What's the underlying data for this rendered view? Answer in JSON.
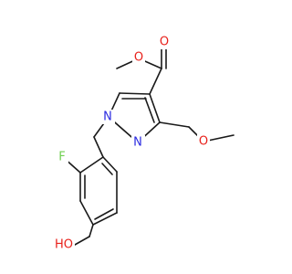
{
  "diagram": {
    "type": "chemical-structure",
    "atoms": [
      {
        "id": "o_methyl_ester",
        "label": "O",
        "color": "#e8201a"
      },
      {
        "id": "o_carbonyl",
        "label": "O",
        "color": "#e8201a"
      },
      {
        "id": "n1",
        "label": "N",
        "color": "#2a2ae0"
      },
      {
        "id": "n2",
        "label": "N",
        "color": "#2a2ae0"
      },
      {
        "id": "o_ether",
        "label": "O",
        "color": "#e8201a"
      },
      {
        "id": "f",
        "label": "F",
        "color": "#6fcf50"
      },
      {
        "id": "ho",
        "label": "HO",
        "color": "#e8201a"
      }
    ]
  }
}
